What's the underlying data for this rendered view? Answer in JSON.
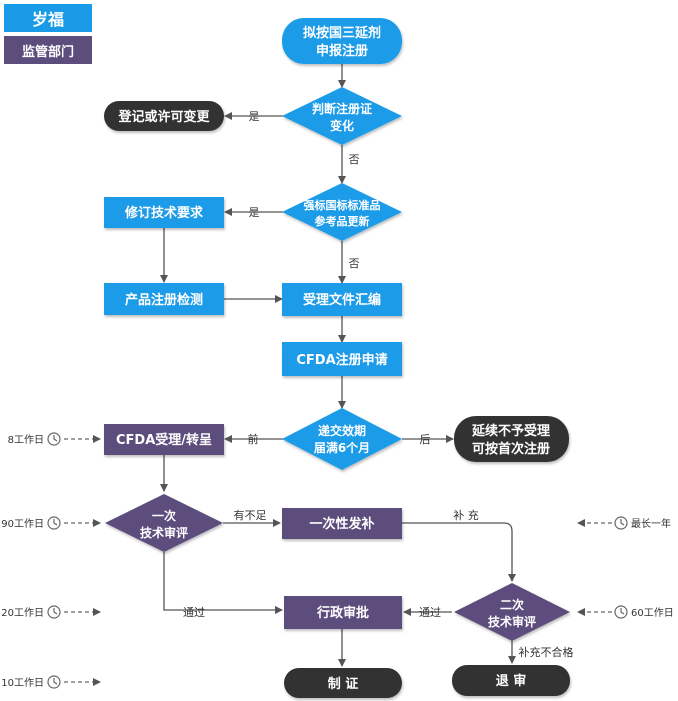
{
  "legend": {
    "blue_label": "岁福",
    "purple_label": "监管部门"
  },
  "nodes": {
    "start": [
      "拟按国三延剂",
      "申报注册"
    ],
    "judge_change": [
      "判断注册证",
      "变化"
    ],
    "register_change": [
      "登记或许可变更"
    ],
    "judge_standard": [
      "强标国标标准品",
      "参考品更新"
    ],
    "revise_tech": [
      "修订技术要求"
    ],
    "product_test": [
      "产品注册检测"
    ],
    "compile_docs": [
      "受理文件汇编"
    ],
    "cfda_apply": [
      "CFDA注册申请"
    ],
    "judge_deadline": [
      "递交效期",
      "届满6个月"
    ],
    "no_renewal": [
      "延续不予受理",
      "可按首次注册"
    ],
    "cfda_accept": [
      "CFDA受理/转呈"
    ],
    "first_review": [
      "一次",
      "技术审评"
    ],
    "one_time_supplement": [
      "一次性发补"
    ],
    "second_review": [
      "二次",
      "技术审评"
    ],
    "admin_approval": [
      "行政审批"
    ],
    "certificate": [
      "制  证"
    ],
    "reject": [
      "退  审"
    ]
  },
  "edge_labels": {
    "yes_1": "是",
    "no_1": "否",
    "yes_2": "是",
    "no_2": "否",
    "before": "前",
    "after": "后",
    "insufficient": "有不足",
    "supplement": "补 充",
    "passed_1": "通过",
    "passed_2": "通过",
    "supplement_failed": "补充不合格"
  },
  "timelines": {
    "t8": "8工作日",
    "t90": "90工作日",
    "t20": "20工作日",
    "t10": "10工作日",
    "max_year": "最长一年",
    "t60": "60工作日"
  },
  "colors": {
    "blue": "#1a9be8",
    "purple": "#5c4d7d",
    "dark": "#333333",
    "arrow": "#555555"
  }
}
